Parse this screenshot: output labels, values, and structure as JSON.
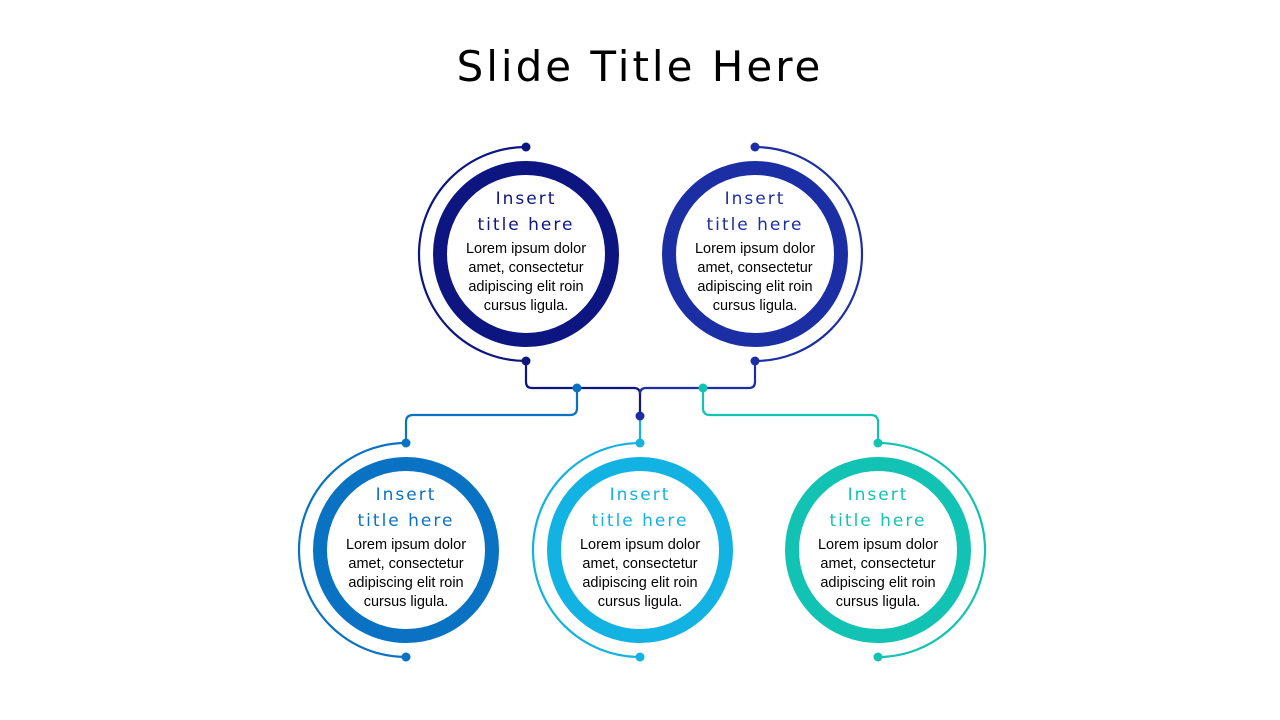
{
  "slide": {
    "title": "Slide Title Here"
  },
  "colors": {
    "node_1": "#0c1580",
    "node_2": "#1c2ea3",
    "node_3": "#0a72c2",
    "node_4": "#12b2e2",
    "node_5": "#12c2b2",
    "text": "#000000",
    "background": "#ffffff"
  },
  "nodes": [
    {
      "title_line_1": "Insert",
      "title_line_2": "title here",
      "body": "Lorem ipsum dolor amet, consectetur adipiscing elit roin cursus ligula."
    },
    {
      "title_line_1": "Insert",
      "title_line_2": "title here",
      "body": "Lorem ipsum dolor amet, consectetur adipiscing elit roin cursus ligula."
    },
    {
      "title_line_1": "Insert",
      "title_line_2": "title here",
      "body": "Lorem ipsum dolor amet, consectetur adipiscing elit roin cursus ligula."
    },
    {
      "title_line_1": "Insert",
      "title_line_2": "title here",
      "body": "Lorem ipsum dolor amet, consectetur adipiscing elit roin cursus ligula."
    },
    {
      "title_line_1": "Insert",
      "title_line_2": "title here",
      "body": "Lorem ipsum dolor amet, consectetur adipiscing elit roin cursus ligula."
    }
  ]
}
